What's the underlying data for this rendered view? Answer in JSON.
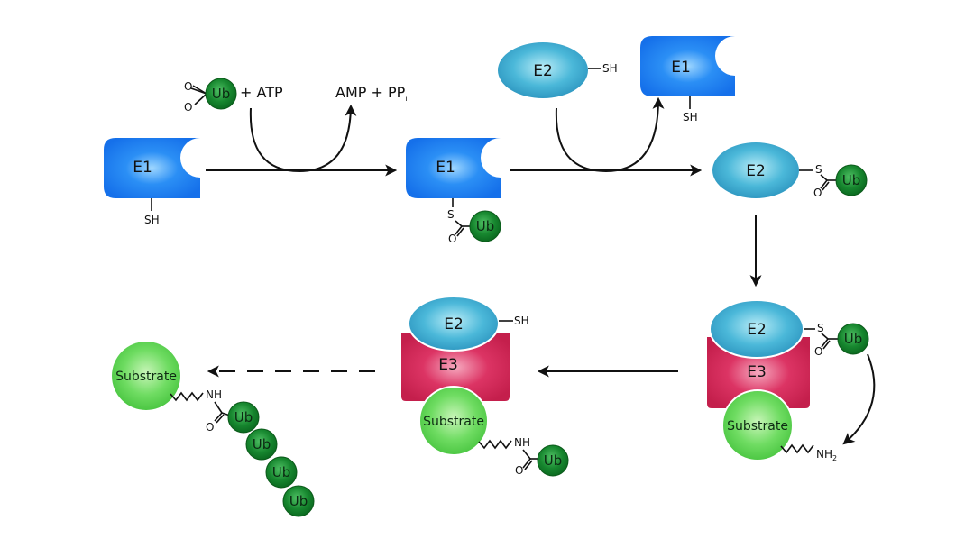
{
  "labels": {
    "e1": "E1",
    "e2": "E2",
    "e3": "E3",
    "ub": "Ub",
    "substrate": "Substrate",
    "sh": "SH",
    "s": "S",
    "o": "O",
    "nh": "NH",
    "nh2_base": "NH",
    "nh2_sub": "2"
  },
  "reaction": {
    "reactant_suffix": "+ ATP",
    "products_base": "AMP + PP",
    "products_sub": "i"
  },
  "colors": {
    "e1_blue": "#1a7ff0",
    "e2_cyan": "#49b8d8",
    "e3_red": "#d8295a",
    "ub_green": "#14802c",
    "substrate_green": "#5fd65a",
    "arrow": "#111111"
  }
}
